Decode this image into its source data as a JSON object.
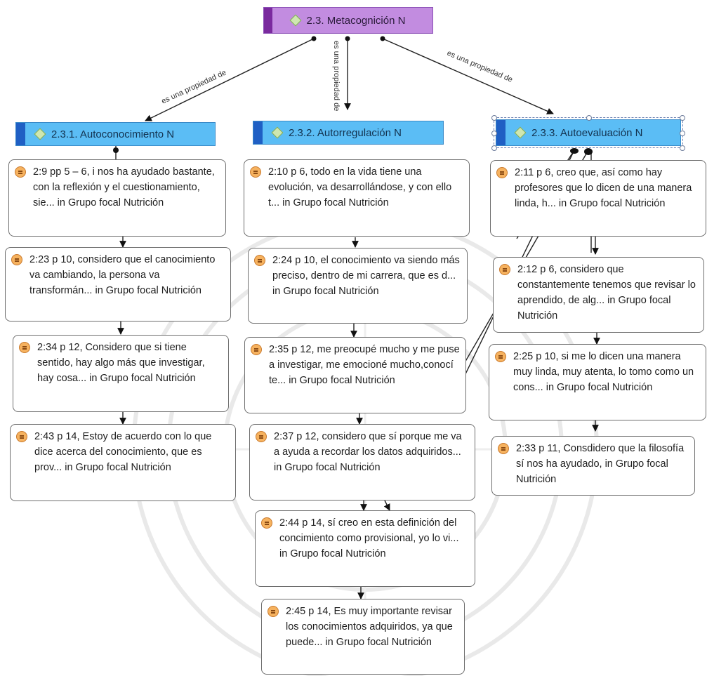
{
  "root": {
    "label": "2.3. Metacognición N"
  },
  "relation_label": "es una propiedad de",
  "codes": [
    {
      "label": "2.3.1. Autoconocimiento N"
    },
    {
      "label": "2.3.2. Autorregulación N"
    },
    {
      "label": "2.3.3. Autoevaluación N"
    }
  ],
  "quotes": {
    "q1": "2:9 pp 5 – 6, i nos ha ayudado bastante, con la reflexión y el cuestionamiento, sie... in Grupo focal Nutrición",
    "q2": "2:23 p 10, considero que el canocimiento va  cambiando, la persona va transformán... in Grupo focal Nutrición",
    "q3": "2:34 p 12, Considero que si tiene sentido, hay algo más que investigar, hay  cosa... in Grupo focal Nutrición",
    "q4": "2:43 p 14, Estoy de acuerdo con lo que dice acerca del conocimiento, que es  prov... in Grupo focal Nutrición",
    "q5": "2:10 p 6, todo en la vida tiene una evolución, va  desarrollándose, y con ello t... in Grupo focal Nutrición",
    "q6": "2:24 p 10, el conocimiento va siendo  más preciso, dentro de mi carrera, que es d... in Grupo focal Nutrición",
    "q7": "2:35 p 12, me preocupé mucho y me puse a investigar, me emocioné  mucho,conocí te... in Grupo focal Nutrición",
    "q8": "2:37 p 12, considero que sí porque me va a ayuda a recordar los datos adquiridos... in Grupo focal Nutrición",
    "q9": "2:44 p 14, sí  creo en esta definición del concimiento como provisional, yo lo vi... in Grupo focal Nutrición",
    "q10": "2:45 p 14, Es muy importante revisar los conocimientos adquiridos, ya que puede... in Grupo focal Nutrición",
    "q11": "2:11 p 6, creo que, así como hay profesores que lo dicen de una manera linda, h... in Grupo focal Nutrición",
    "q12": "2:12 p 6, considero que constantemente  tenemos que revisar lo aprendido, de alg... in Grupo focal Nutrición",
    "q13": "2:25 p 10, si me lo dicen una manera muy linda, muy atenta,  lo tomo como un cons... in Grupo focal Nutrición",
    "q14": "2:33 p 11, Consdidero que la filosofía sí nos ha ayudado, in Grupo focal Nutrición"
  },
  "colors": {
    "root_fill": "#c28ce0",
    "code_fill": "#5bbdf5",
    "quote_border": "#6e6e6e",
    "quote_icon": "#f6b25f"
  },
  "icons": {
    "code": "diamond-icon",
    "quote": "quotation-icon"
  }
}
